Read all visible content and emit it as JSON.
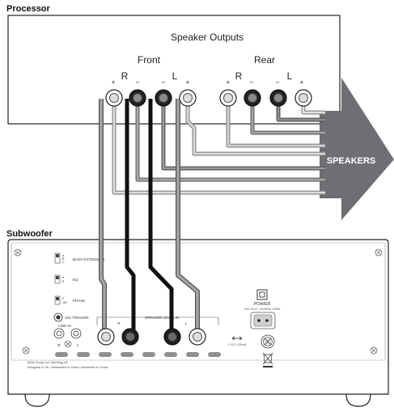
{
  "processor": {
    "title": "Processor",
    "speaker_outputs_label": "Speaker Outputs",
    "front_label": "Front",
    "rear_label": "Rear",
    "front_r": "R",
    "front_l": "L",
    "rear_r": "R",
    "rear_l": "L",
    "plus": "+",
    "minus": "−"
  },
  "speakers": {
    "label": "SPEAKERS"
  },
  "subwoofer": {
    "title": "Subwoofer",
    "bass_extension": "BASS EXTENSION",
    "eq": "EQ",
    "phase": "PHASE",
    "trigger": "12V TRIGGER",
    "line_in": "LINE IN",
    "line_r": "R",
    "line_l": "L",
    "speaker_level_in": "SPEAKER LEVEL IN",
    "sp_r": "R",
    "sp_l": "L",
    "power": "POWER",
    "power_rating": "100-240V~ 50/60Hz 150W",
    "trigger_rating": "1-12V 100mA",
    "maker_line1": "B&W Group Ltd. Worthing UK",
    "maker_line2": "Designed in UK • Assembled in China • Assemblé en Chine"
  },
  "colors": {
    "wire_light": "#c8c8c8",
    "wire_mid": "#a8a8a8",
    "wire_dark_gray": "#7c7c7c",
    "wire_black": "#111111",
    "arrow": "#6d6f72",
    "outline": "#222222"
  }
}
